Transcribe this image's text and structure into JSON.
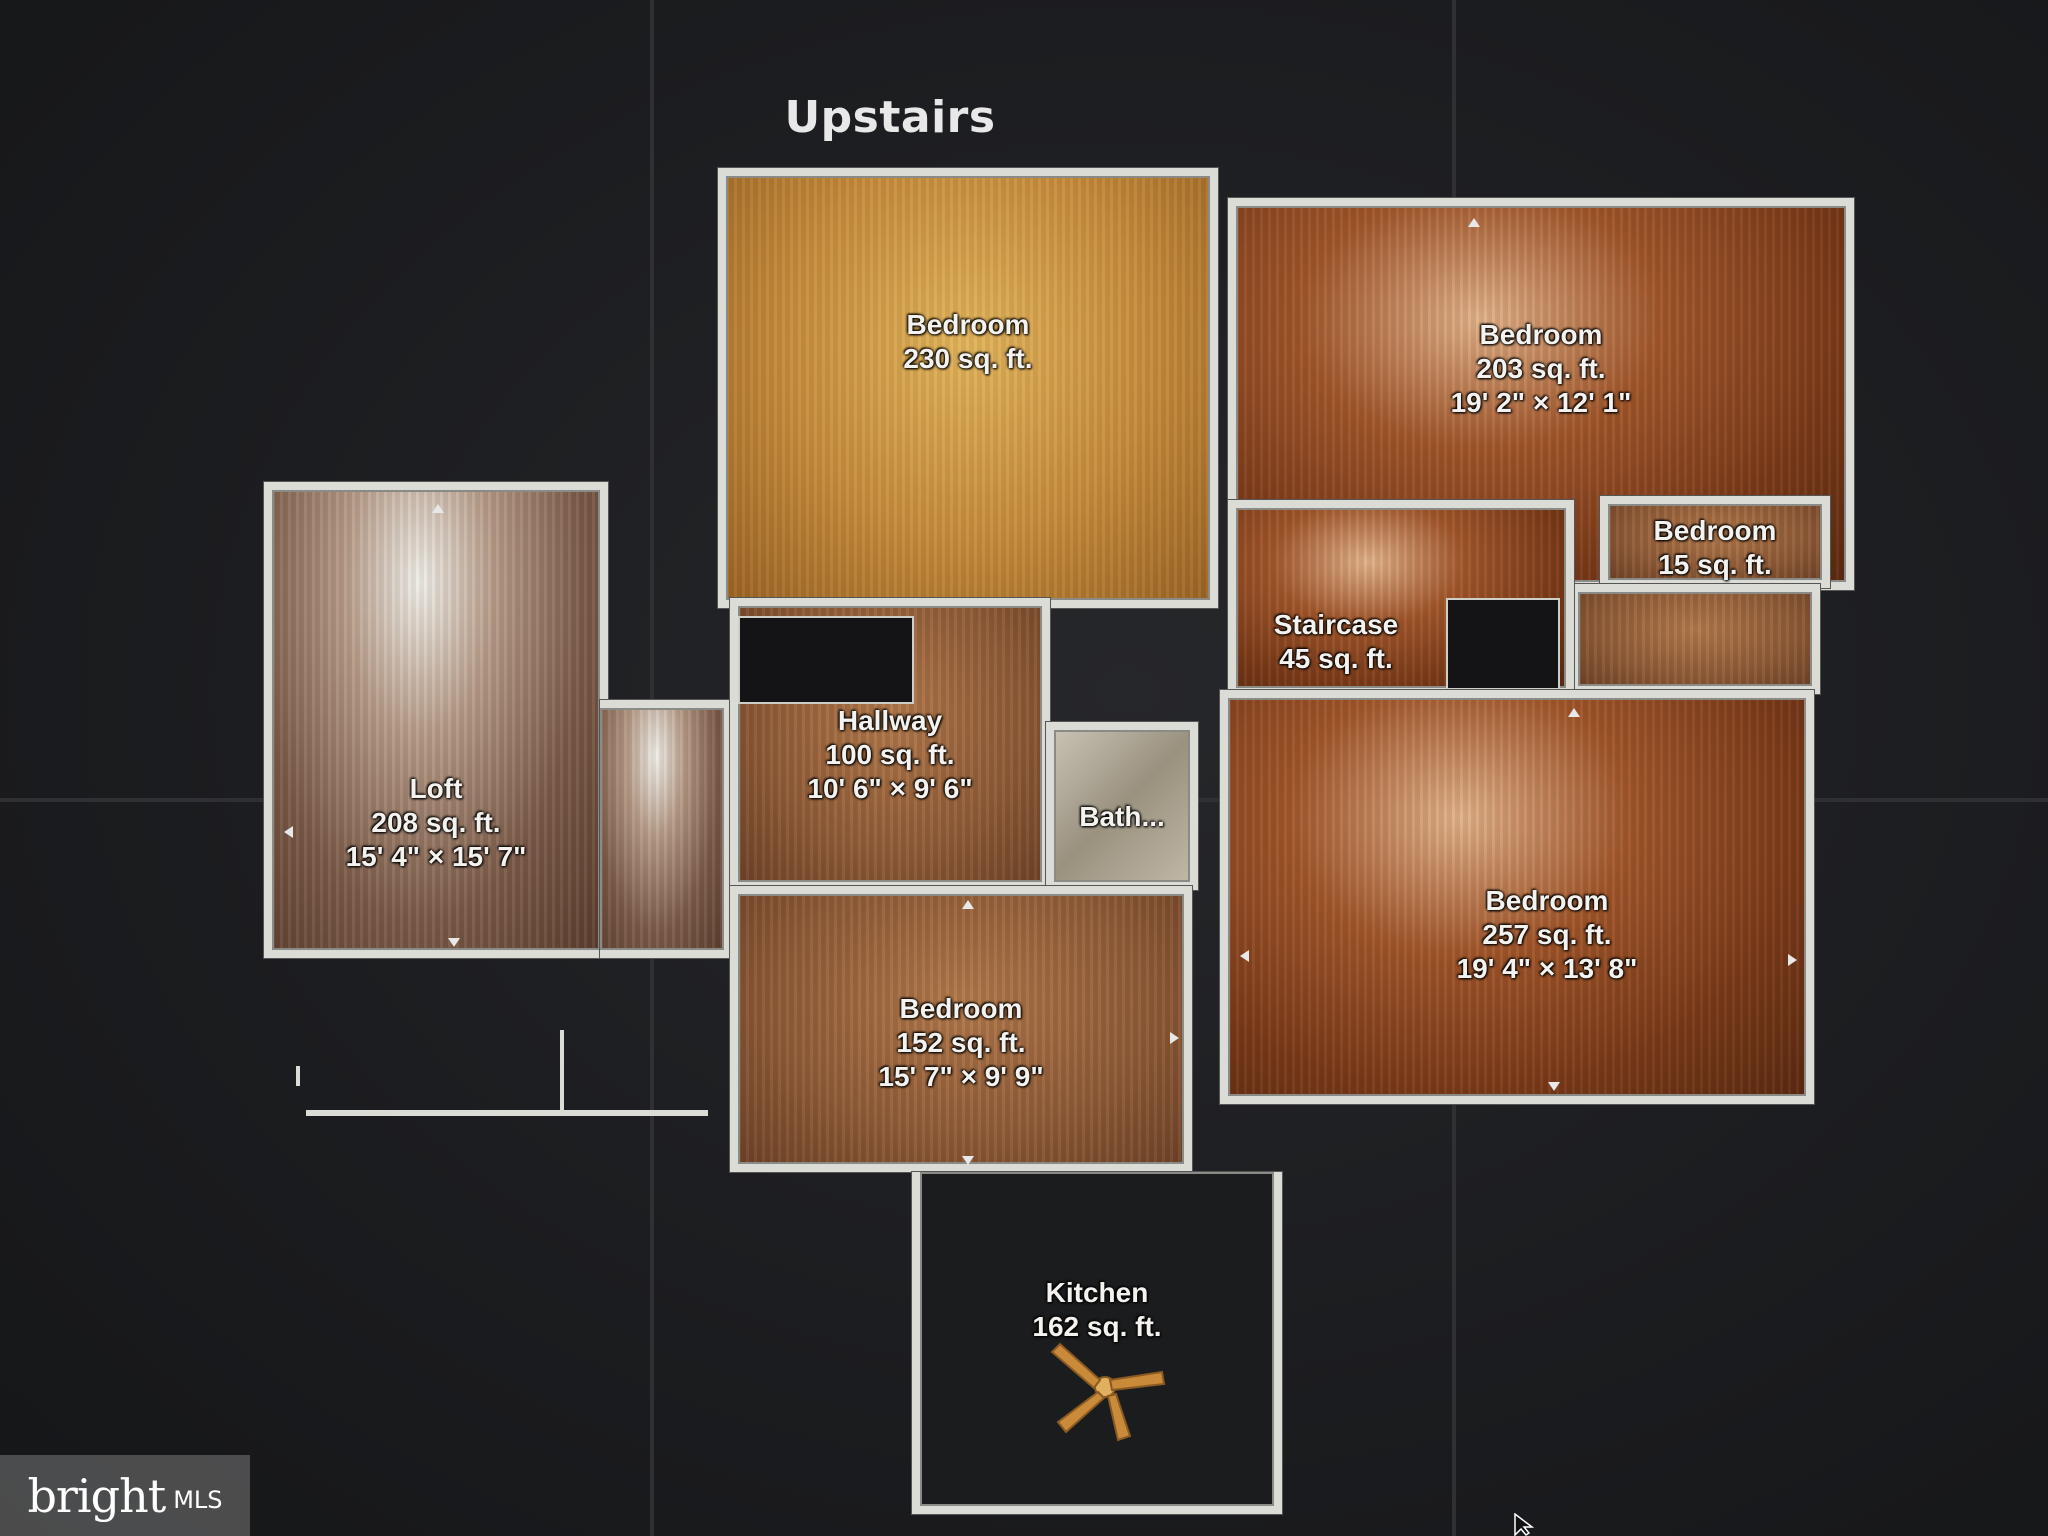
{
  "title": "Upstairs",
  "rooms": {
    "bedroom_top_center": {
      "name": "Bedroom",
      "area": "230 sq. ft.",
      "dims": ""
    },
    "bedroom_top_right": {
      "name": "Bedroom",
      "area": "203 sq. ft.",
      "dims": "19' 2\" × 12' 1\""
    },
    "bedroom_small": {
      "name": "Bedroom",
      "area": "15 sq. ft.",
      "dims": ""
    },
    "staircase": {
      "name": "Staircase",
      "area": "45 sq. ft.",
      "dims": ""
    },
    "loft": {
      "name": "Loft",
      "area": "208 sq. ft.",
      "dims": "15' 4\" × 15' 7\""
    },
    "hallway": {
      "name": "Hallway",
      "area": "100 sq. ft.",
      "dims": "10' 6\" × 9' 6\""
    },
    "bath": {
      "name": "Bath...",
      "area": "",
      "dims": ""
    },
    "bedroom_bottom_center": {
      "name": "Bedroom",
      "area": "152 sq. ft.",
      "dims": "15' 7\" × 9' 9\""
    },
    "bedroom_bottom_right": {
      "name": "Bedroom",
      "area": "257 sq. ft.",
      "dims": "19' 4\" × 13' 8\""
    },
    "kitchen": {
      "name": "Kitchen",
      "area": "162 sq. ft.",
      "dims": ""
    }
  },
  "icons": {
    "fan": "ceiling-fan-icon",
    "cursor": "mouse-cursor-icon"
  },
  "watermark": {
    "brand": "bright",
    "suffix": "MLS"
  },
  "colors": {
    "background": "#1c1d20",
    "wall": "#dcdcd6",
    "label": "#f4f2ee"
  }
}
